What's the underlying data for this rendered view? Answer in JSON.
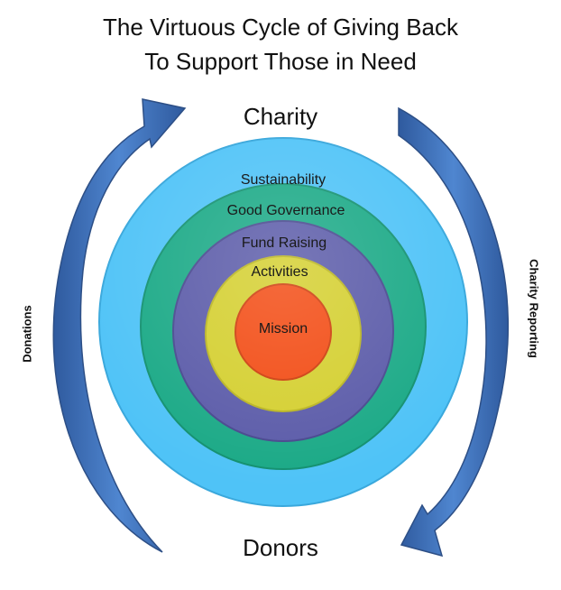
{
  "title": {
    "line1": "The Virtuous Cycle of Giving Back",
    "line2": "To Support Those in Need"
  },
  "cycle": {
    "top_label": "Charity",
    "bottom_label": "Donors",
    "left_arrow_label": "Donations",
    "right_arrow_label": "Charity Reporting"
  },
  "rings": [
    {
      "label": "Sustainability",
      "color": "#4fc3f7"
    },
    {
      "label": "Good Governance",
      "color": "#1aa986"
    },
    {
      "label": "Fund Raising",
      "color": "#5a5aa8"
    },
    {
      "label": "Activities",
      "color": "#d4cf2e"
    },
    {
      "label": "Mission",
      "color": "#f24a12"
    }
  ],
  "arrow_color": "#3f6fb8"
}
